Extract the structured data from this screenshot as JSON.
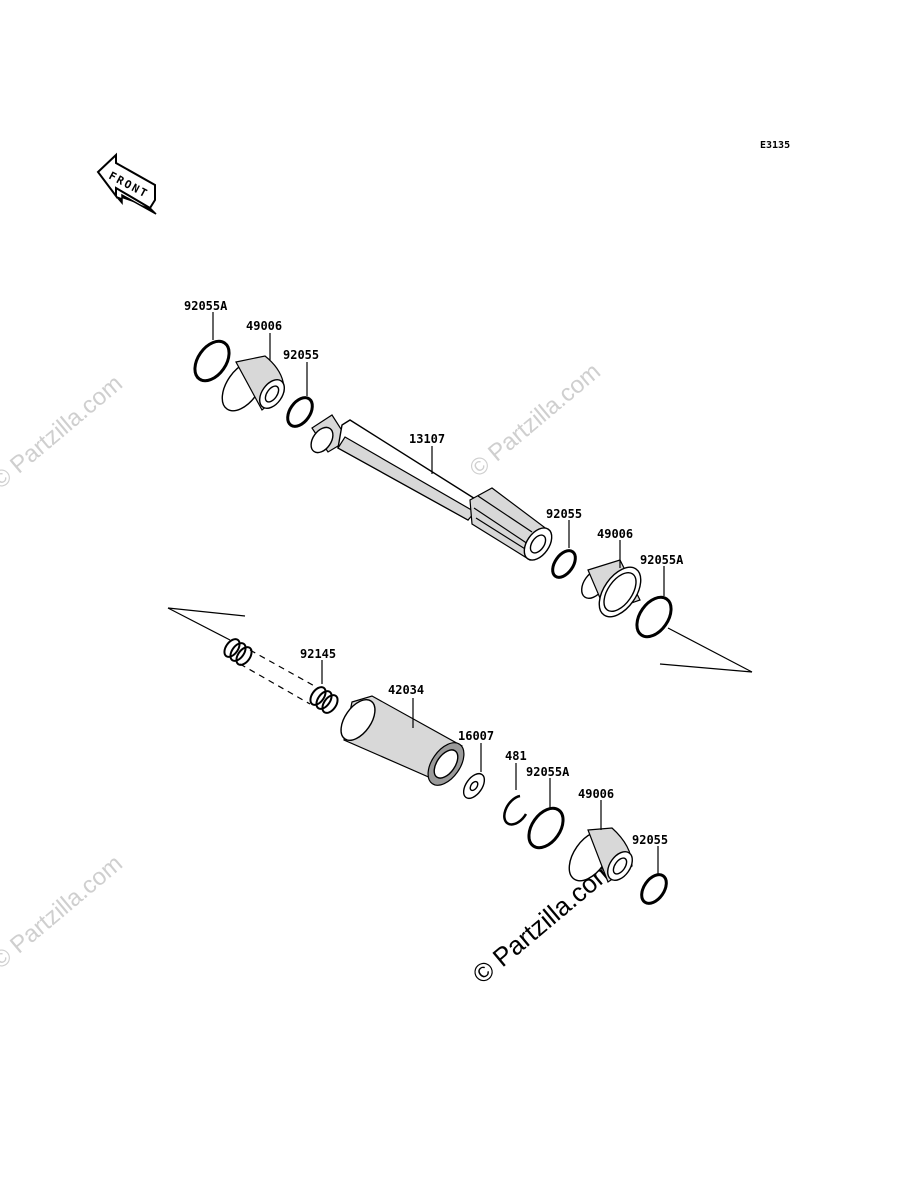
{
  "diagram": {
    "code": "E3135",
    "front_label": "FRONT",
    "watermark": "© Partzilla.com",
    "parts": [
      {
        "id": "top-92055A-left",
        "label": "92055A"
      },
      {
        "id": "top-49006-left",
        "label": "49006"
      },
      {
        "id": "top-92055-left",
        "label": "92055"
      },
      {
        "id": "shaft-13107",
        "label": "13107"
      },
      {
        "id": "top-92055-right",
        "label": "92055"
      },
      {
        "id": "top-49006-right",
        "label": "49006"
      },
      {
        "id": "top-92055A-right",
        "label": "92055A"
      },
      {
        "id": "spring-92145",
        "label": "92145"
      },
      {
        "id": "coupler-42034",
        "label": "42034"
      },
      {
        "id": "washer-16007",
        "label": "16007"
      },
      {
        "id": "circlip-481",
        "label": "481"
      },
      {
        "id": "bottom-92055A",
        "label": "92055A"
      },
      {
        "id": "bottom-49006",
        "label": "49006"
      },
      {
        "id": "bottom-92055",
        "label": "92055"
      }
    ]
  }
}
